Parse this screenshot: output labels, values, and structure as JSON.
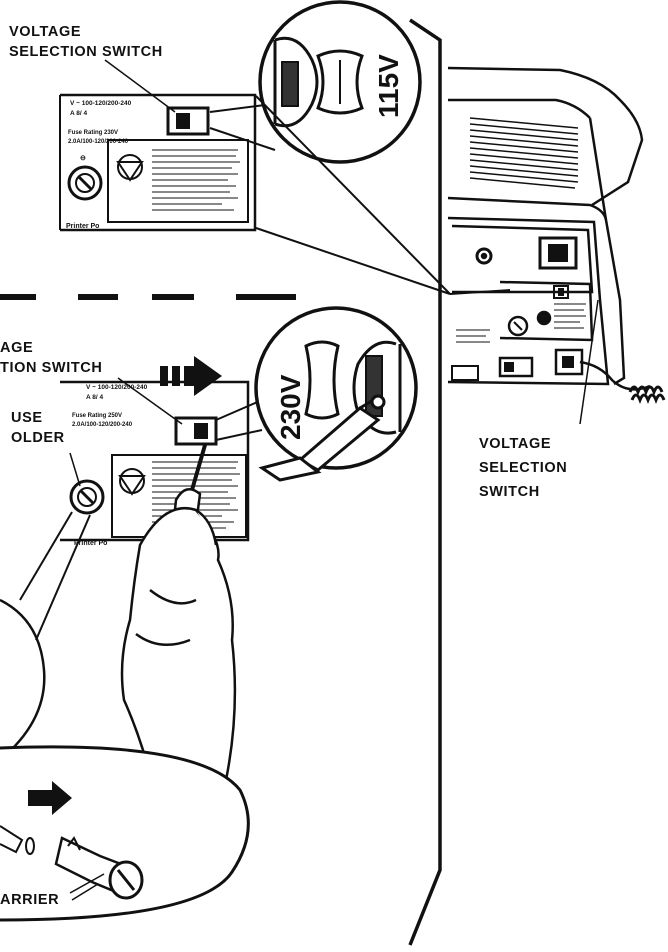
{
  "labels": {
    "voltage_top_line1": "VOLTAGE",
    "voltage_top_line2": "SELECTION SWITCH",
    "voltage_mid_line1": "AGE",
    "voltage_mid_line2": "TION SWITCH",
    "fuse_line1": "USE",
    "fuse_line2": "OLDER",
    "voltage_right_line1": "VOLTAGE",
    "voltage_right_line2": "SELECTION",
    "voltage_right_line3": "SWITCH",
    "carrier": "ARRIER"
  },
  "switch_states": {
    "top_setting": "115V",
    "bottom_setting": "230V"
  },
  "panel_text": {
    "rating_top": "V ~ 100-120/200-240",
    "amps_top": "A    8/ 4",
    "fuse_rating_top": "Fuse Rating  230V",
    "fuse_amps_top": "2.0A/100-120/200-240",
    "rating_mid": "V ~ 100-120/200-240",
    "amps_mid": "A    8/ 4",
    "fuse_rating_mid": "Fuse Rating  250V",
    "fuse_amps_mid": "2.0A/100-120/200-240",
    "printer_top": "Printer Po",
    "printer_mid": "Printer Po"
  },
  "colors": {
    "ink": "#111111",
    "paper": "#ffffff"
  }
}
